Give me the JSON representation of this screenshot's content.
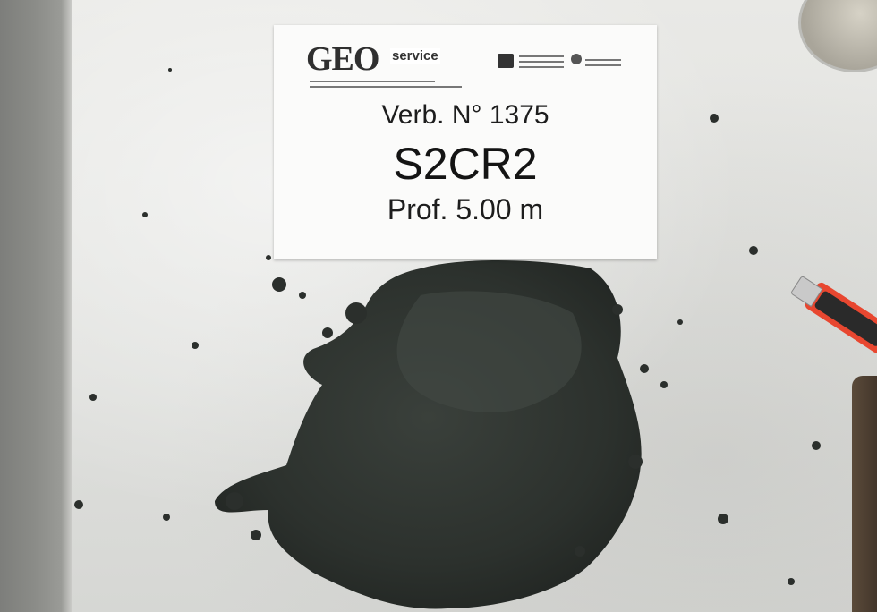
{
  "photo": {
    "subject": "soil-sample",
    "background_color": "#e2e2df",
    "soil_color": "#2e332f"
  },
  "label_card": {
    "logo": {
      "name": "GEO",
      "suffix": "service"
    },
    "verbale": "Verb. N° 1375",
    "sample_id": "S2CR2",
    "depth": "Prof. 5.00 m"
  },
  "tools": {
    "cutter_color": "#e84730",
    "cutter_icon": "box-cutter-icon",
    "dish_icon": "petri-dish-icon"
  }
}
